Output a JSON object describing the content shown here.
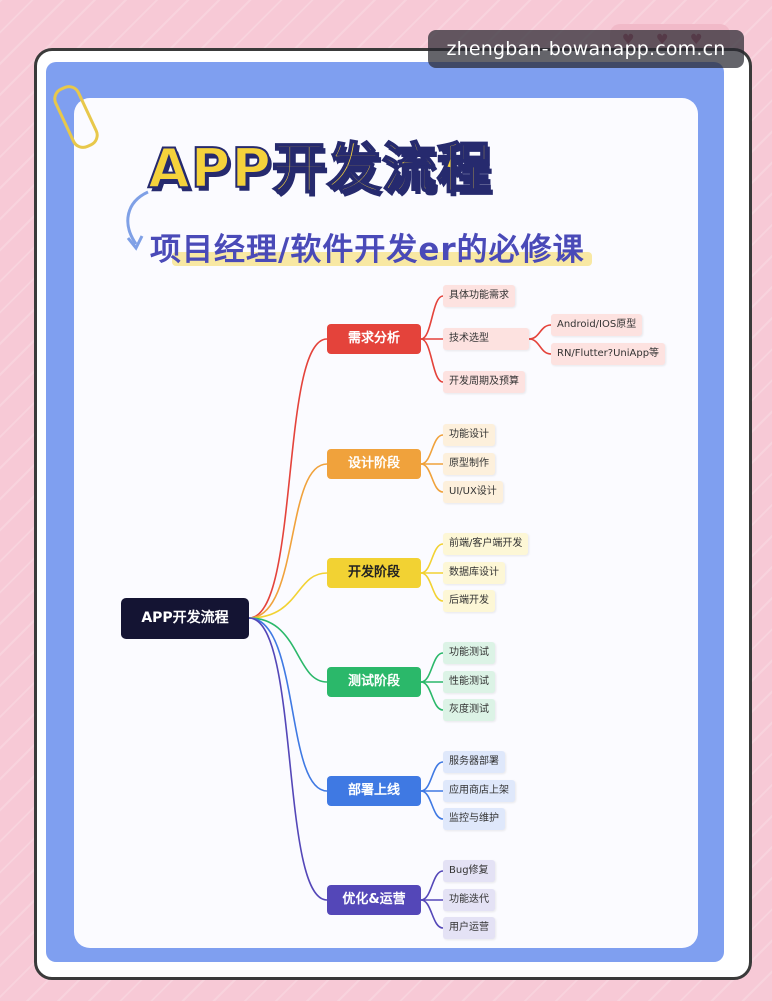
{
  "watermark": "zhengban-bowanapp.com.cn",
  "title": "APP开发流程",
  "subtitle": "项目经理/软件开发er的必修课",
  "root": "APP开发流程",
  "colors": {
    "req": "#e4433b",
    "design": "#f0a23c",
    "dev": "#f2d233",
    "test": "#2bb86a",
    "deploy": "#3f79e3",
    "ops": "#5447b8"
  },
  "stages": [
    {
      "label": "需求分析",
      "leaves": [
        "具体功能需求",
        "技术选型",
        "开发周期及预算"
      ],
      "sub": [
        "Android/IOS原型",
        "RN/Flutter?UniApp等"
      ]
    },
    {
      "label": "设计阶段",
      "leaves": [
        "功能设计",
        "原型制作",
        "UI/UX设计"
      ]
    },
    {
      "label": "开发阶段",
      "leaves": [
        "前端/客户端开发",
        "数据库设计",
        "后端开发"
      ]
    },
    {
      "label": "测试阶段",
      "leaves": [
        "功能测试",
        "性能测试",
        "灰度测试"
      ]
    },
    {
      "label": "部署上线",
      "leaves": [
        "服务器部署",
        "应用商店上架",
        "监控与维护"
      ]
    },
    {
      "label": "优化&运营",
      "leaves": [
        "Bug修复",
        "功能迭代",
        "用户运营"
      ]
    }
  ]
}
